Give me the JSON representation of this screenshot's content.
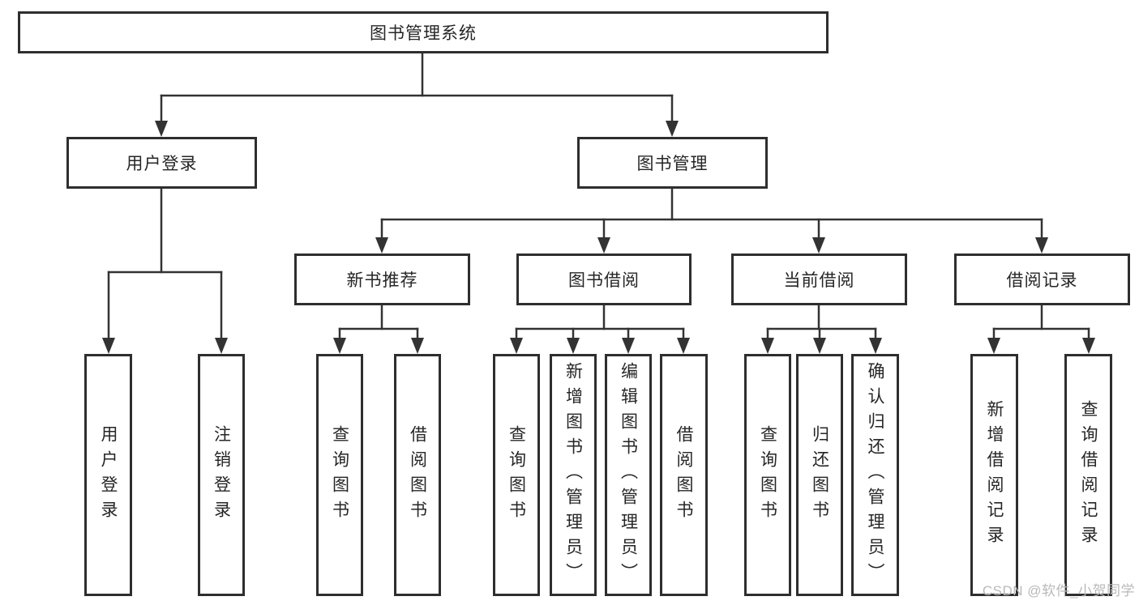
{
  "diagram": {
    "title": "图书管理系统",
    "branches": [
      {
        "label": "用户登录",
        "children": [
          {
            "label": "用户登录"
          },
          {
            "label": "注销登录"
          }
        ]
      },
      {
        "label": "图书管理",
        "children": [
          {
            "label": "新书推荐",
            "children": [
              {
                "label": "查询图书"
              },
              {
                "label": "借阅图书"
              }
            ]
          },
          {
            "label": "图书借阅",
            "children": [
              {
                "label": "查询图书"
              },
              {
                "label": "新增图书（管理员）"
              },
              {
                "label": "编辑图书（管理员）"
              },
              {
                "label": "借阅图书"
              }
            ]
          },
          {
            "label": "当前借阅",
            "children": [
              {
                "label": "查询图书"
              },
              {
                "label": "归还图书"
              },
              {
                "label": "确认归还（管理员）"
              }
            ]
          },
          {
            "label": "借阅记录",
            "children": [
              {
                "label": "新增借阅记录"
              },
              {
                "label": "查询借阅记录"
              }
            ]
          }
        ]
      }
    ],
    "watermark": "CSDN @软件_小贺同学",
    "colors": {
      "line": "#333333",
      "box_border": "#2e2e2e",
      "text": "#262626",
      "watermark": "#b9b9b9",
      "background": "#ffffff"
    }
  }
}
